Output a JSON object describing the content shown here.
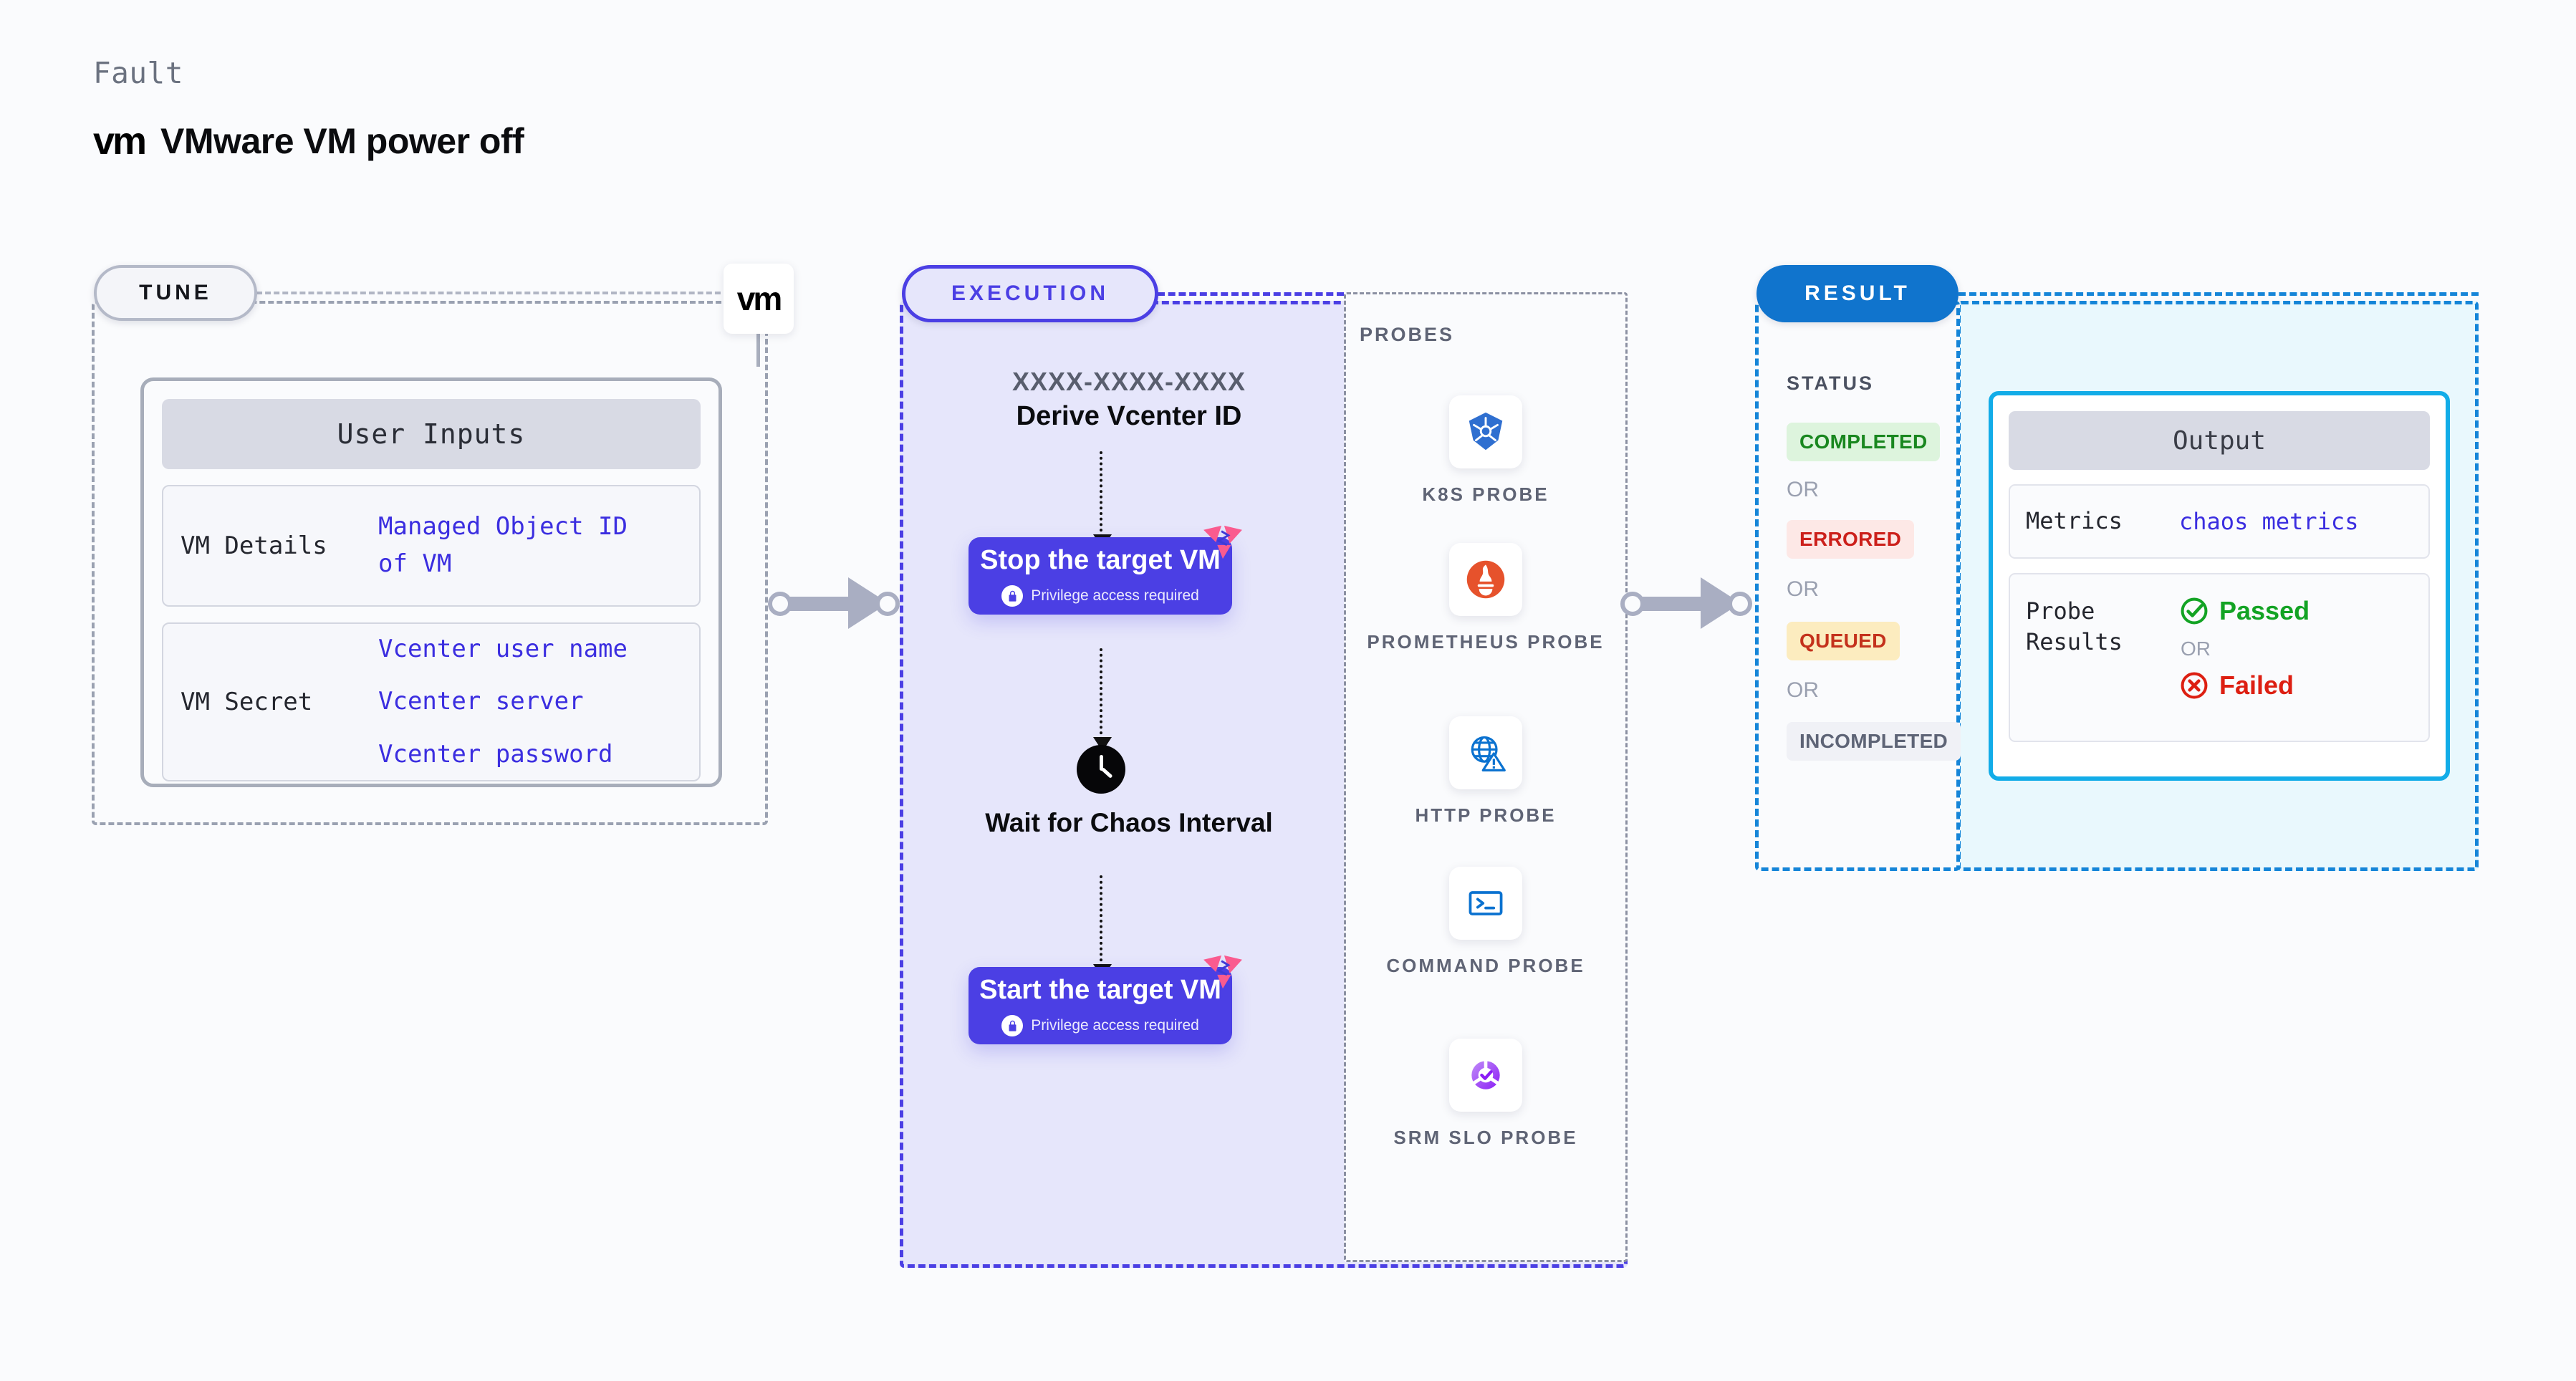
{
  "header": {
    "eyebrow": "Fault",
    "logo_text": "vm",
    "title": "VMware VM power off"
  },
  "tune": {
    "pill_label": "TUNE",
    "badge_logo": "vm",
    "card": {
      "title": "User Inputs",
      "rows": [
        {
          "key": "VM Details",
          "values": [
            "Managed Object ID",
            "of VM"
          ]
        },
        {
          "key": "VM Secret",
          "values": [
            "Vcenter user name",
            "Vcenter server",
            "Vcenter password"
          ]
        }
      ]
    }
  },
  "execution": {
    "pill_label": "EXECUTION",
    "id_placeholder": "XXXX-XXXX-XXXX",
    "derive_label": "Derive Vcenter ID",
    "steps": [
      {
        "title": "Stop the target VM",
        "note": "Privilege access required"
      },
      {
        "title": "Start the target VM",
        "note": "Privilege access required"
      }
    ],
    "wait_label": "Wait for Chaos Interval",
    "probes": {
      "title": "PROBES",
      "items": [
        {
          "label": "K8S PROBE",
          "icon": "kubernetes-icon"
        },
        {
          "label": "PROMETHEUS PROBE",
          "icon": "prometheus-icon"
        },
        {
          "label": "HTTP PROBE",
          "icon": "http-globe-warning-icon"
        },
        {
          "label": "COMMAND PROBE",
          "icon": "terminal-icon"
        },
        {
          "label": "SRM SLO PROBE",
          "icon": "srm-slo-icon"
        }
      ]
    }
  },
  "result": {
    "pill_label": "RESULT",
    "status_title": "STATUS",
    "or_label": "OR",
    "statuses": [
      {
        "label": "COMPLETED",
        "bg": "#ddf4dd",
        "fg": "#19871f"
      },
      {
        "label": "ERRORED",
        "bg": "#fde8e6",
        "fg": "#cc201b"
      },
      {
        "label": "QUEUED",
        "bg": "#fcecbf",
        "fg": "#c4311c"
      },
      {
        "label": "INCOMPLETED",
        "bg": "#f0f1f6",
        "fg": "#5e6476"
      }
    ],
    "output": {
      "title": "Output",
      "metrics_key": "Metrics",
      "metrics_value": "chaos metrics",
      "probe_key": "Probe Results",
      "passed_label": "Passed",
      "failed_label": "Failed",
      "or_label": "OR"
    }
  },
  "colors": {
    "execution_accent": "#4b3fe4",
    "result_accent": "#1074cd",
    "output_border": "#12ace8",
    "link_blue": "#3b2ee0",
    "tune_border": "#9aa1b1"
  }
}
